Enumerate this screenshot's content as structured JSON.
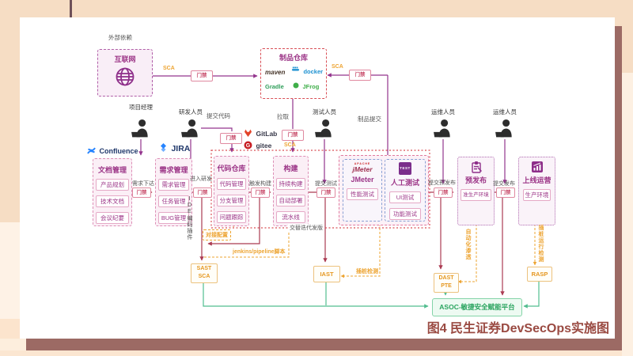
{
  "slide": {
    "caption": "图4 民生证券DevSecOps实施图"
  },
  "labels": {
    "external": "外部依赖",
    "internet": "互联网",
    "artifact_repo": "制品仓库",
    "pull": "拉取",
    "artifact_submit": "制品提交",
    "commit_code": "提交代码",
    "req_issue": "需求下达",
    "enter_dev": "进入研发",
    "trigger_build": "触发构建",
    "submit_test": "提交测试",
    "submit_staging": "提交预发布",
    "submit_release": "提交发布",
    "iterate": "交替迭代发版",
    "gate": "门禁",
    "sca": "SCA"
  },
  "roles": {
    "pm": "项目经理",
    "dev": "研发人员",
    "qa": "测试人员",
    "ops": "运维人员"
  },
  "logos": {
    "confluence": "Confluence",
    "jira": "JIRA",
    "gitlab": "GitLab",
    "gitee": "gitee",
    "gitee_g": "G",
    "maven": "maven",
    "docker": "docker",
    "gradle": "Gradle",
    "jfrog": "JFrog",
    "apache": "APACHE",
    "jmeter": "jMeter",
    "test_badge": "TEST"
  },
  "stages": {
    "docs": {
      "title": "文档管理",
      "items": [
        "产品规划",
        "技术文档",
        "会议纪要"
      ]
    },
    "req": {
      "title": "需求管理",
      "items": [
        "需求管理",
        "任务管理",
        "BUG管理"
      ]
    },
    "code": {
      "title": "代码仓库",
      "items": [
        "代码管理",
        "分支管理",
        "问题跟踪"
      ]
    },
    "build": {
      "title": "构建",
      "items": [
        "持续构建",
        "自动部署",
        "流水线"
      ]
    },
    "perf": {
      "title": "JMeter",
      "items": [
        "性能测试"
      ]
    },
    "manual": {
      "title": "人工测试",
      "items": [
        "UI测试",
        "功能测试"
      ]
    },
    "staging": {
      "title": "预发布",
      "items": [
        "准生产环境"
      ]
    },
    "prod": {
      "title": "上线运营",
      "items": [
        "生产环境"
      ]
    }
  },
  "annotations": {
    "ide_plugin": "IDE编码插件",
    "connect_config": "对接配置",
    "jenkins": "jenkins/pipeline脚本",
    "instrument": "插桩检测",
    "auto_pentest": "自动化渗透",
    "rasp_check": "插桩运行检测"
  },
  "security": {
    "sast": "SAST",
    "sca": "SCA",
    "iast": "IAST",
    "dast": "DAST",
    "pte": "PTE",
    "rasp": "RASP",
    "asoc": "ASOC-敏捷安全赋能平台"
  },
  "colors": {
    "purple": "#93348d",
    "crimson": "#ab3b52",
    "orange": "#eda432",
    "green": "#52bd8f",
    "caption": "#9a4a42"
  }
}
